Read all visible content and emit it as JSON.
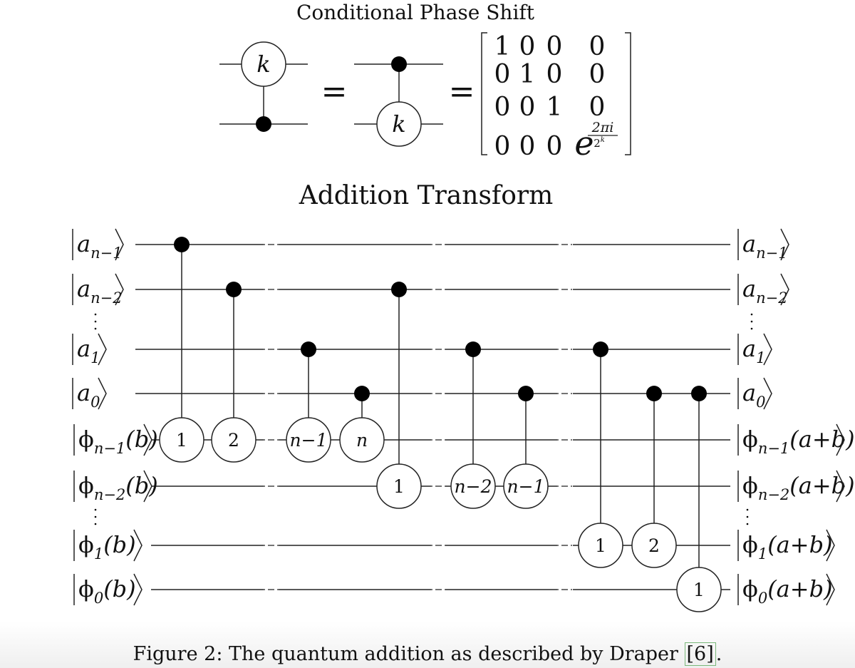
{
  "titles": {
    "top": "Conditional Phase Shift",
    "bottom": "Addition Transform"
  },
  "phase_shift": {
    "gate_label": "k",
    "equals": "=",
    "matrix": [
      [
        "1",
        "0",
        "0",
        "0"
      ],
      [
        "0",
        "1",
        "0",
        "0"
      ],
      [
        "0",
        "0",
        "1",
        "0"
      ],
      [
        "0",
        "0",
        "0",
        "e"
      ]
    ],
    "exponent_num": "2πi",
    "exponent_den": "2"
  },
  "circuit": {
    "wires": [
      {
        "in": "a",
        "in_sub": "n−1",
        "out": "a",
        "out_sub": "n−1",
        "arg_in": "",
        "arg_out": ""
      },
      {
        "in": "a",
        "in_sub": "n−2",
        "out": "a",
        "out_sub": "n−2",
        "arg_in": "",
        "arg_out": ""
      },
      {
        "in": "a",
        "in_sub": "1",
        "out": "a",
        "out_sub": "1",
        "arg_in": "",
        "arg_out": ""
      },
      {
        "in": "a",
        "in_sub": "0",
        "out": "a",
        "out_sub": "0",
        "arg_in": "",
        "arg_out": ""
      },
      {
        "in": "ϕ",
        "in_sub": "n−1",
        "out": "ϕ",
        "out_sub": "n−1",
        "arg_in": "(b)",
        "arg_out": "(a+b)"
      },
      {
        "in": "ϕ",
        "in_sub": "n−2",
        "out": "ϕ",
        "out_sub": "n−2",
        "arg_in": "(b)",
        "arg_out": "(a+b)"
      },
      {
        "in": "ϕ",
        "in_sub": "1",
        "out": "ϕ",
        "out_sub": "1",
        "arg_in": "(b)",
        "arg_out": "(a+b)"
      },
      {
        "in": "ϕ",
        "in_sub": "0",
        "out": "ϕ",
        "out_sub": "0",
        "arg_in": "(b)",
        "arg_out": "(a+b)"
      }
    ],
    "gates": [
      {
        "control": 0,
        "target": 4,
        "label": "1"
      },
      {
        "control": 1,
        "target": 4,
        "label": "2"
      },
      {
        "control": 2,
        "target": 4,
        "label": "n−1"
      },
      {
        "control": 3,
        "target": 4,
        "label": "n"
      },
      {
        "control": 1,
        "target": 5,
        "label": "1"
      },
      {
        "control": 2,
        "target": 5,
        "label": "n−2"
      },
      {
        "control": 3,
        "target": 5,
        "label": "n−1"
      },
      {
        "control": 2,
        "target": 6,
        "label": "1"
      },
      {
        "control": 3,
        "target": 6,
        "label": "2"
      },
      {
        "control": 3,
        "target": 7,
        "label": "1"
      }
    ]
  },
  "caption": {
    "prefix": "Figure 2:  The quantum addition as described by Draper ",
    "ref": "[6]",
    "suffix": "."
  }
}
